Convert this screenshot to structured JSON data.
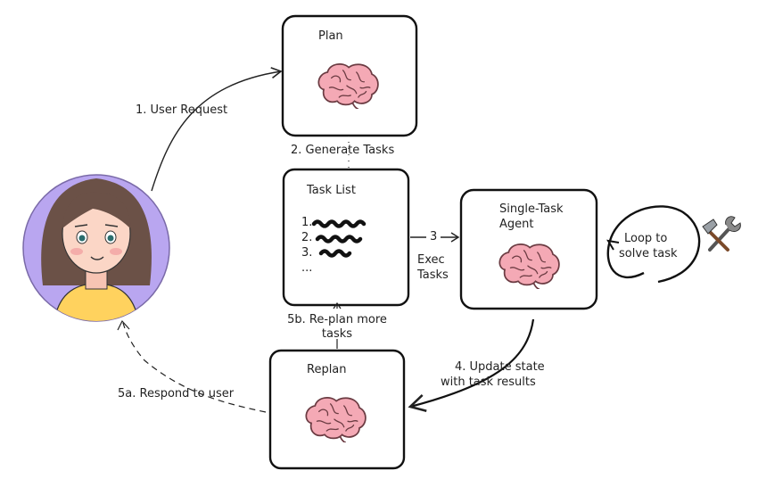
{
  "nodes": {
    "plan": {
      "title": "Plan"
    },
    "task_list": {
      "title": "Task List",
      "items": [
        "1.",
        "2.",
        "3.",
        "..."
      ]
    },
    "agent": {
      "title_line1": "Single-Task",
      "title_line2": "Agent"
    },
    "replan": {
      "title": "Replan"
    }
  },
  "edges": {
    "user_request": "1. User Request",
    "generate_tasks": "2. Generate Tasks",
    "exec_num": "3",
    "exec_line1": "Exec",
    "exec_line2": "Tasks",
    "update_line1": "4. Update state",
    "update_line2": "with task results",
    "replan_line1": "5b. Re-plan more",
    "replan_line2": "tasks",
    "respond": "5a. Respond to user",
    "loop_line1": "Loop to",
    "loop_line2": "solve task"
  },
  "icons": [
    "brain-icon",
    "tools-icon",
    "user-avatar"
  ],
  "colors": {
    "brain": "#f4a9b5",
    "brain_outline": "#6b3b42",
    "avatar_bg": "#b9a6f0",
    "shirt": "#ffd25e",
    "hair": "#6b5147"
  }
}
